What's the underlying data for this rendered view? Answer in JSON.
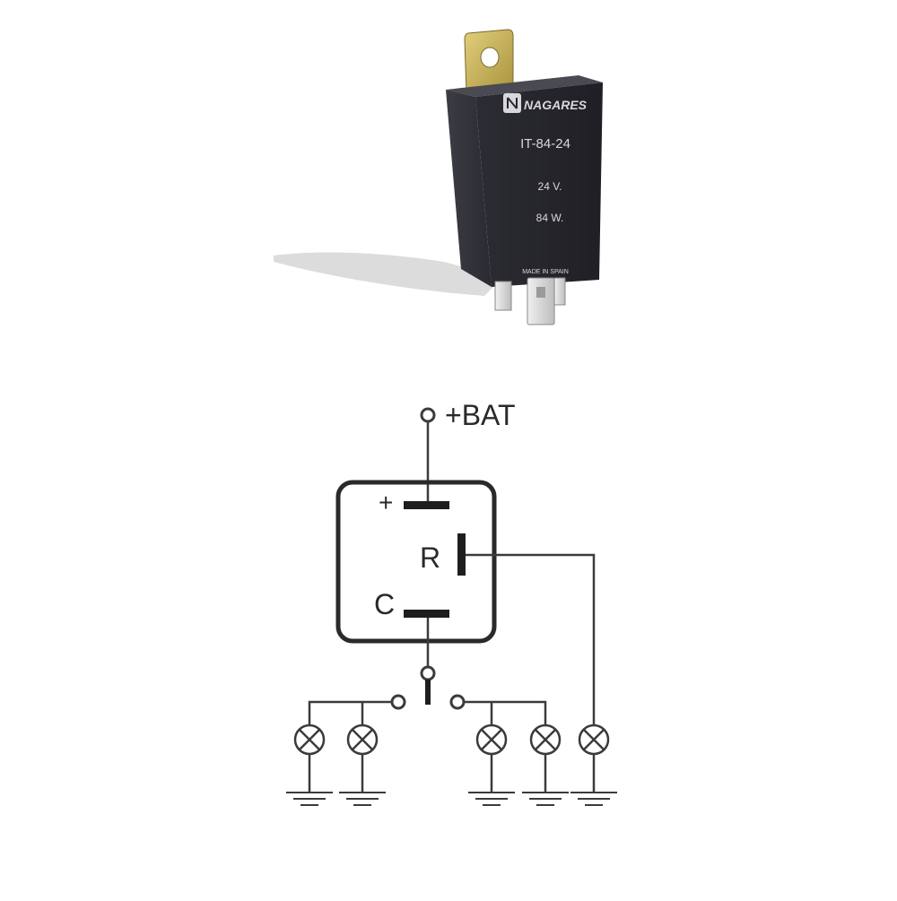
{
  "product": {
    "brand": "NAGARES",
    "model": "IT-84-24",
    "voltage": "24 V.",
    "wattage": "84 W.",
    "origin": "MADE IN SPAIN"
  },
  "schematic": {
    "supply_label": "+BAT",
    "pin_plus": "+",
    "pin_r": "R",
    "pin_c": "C"
  },
  "colors": {
    "relay_body": "#26262c",
    "relay_text": "#d8d8dc",
    "tab_metal": "#c9b45a",
    "wire": "#3b3b3b",
    "box_stroke": "#2a2a2a",
    "shadow": "#d9d9d9"
  }
}
